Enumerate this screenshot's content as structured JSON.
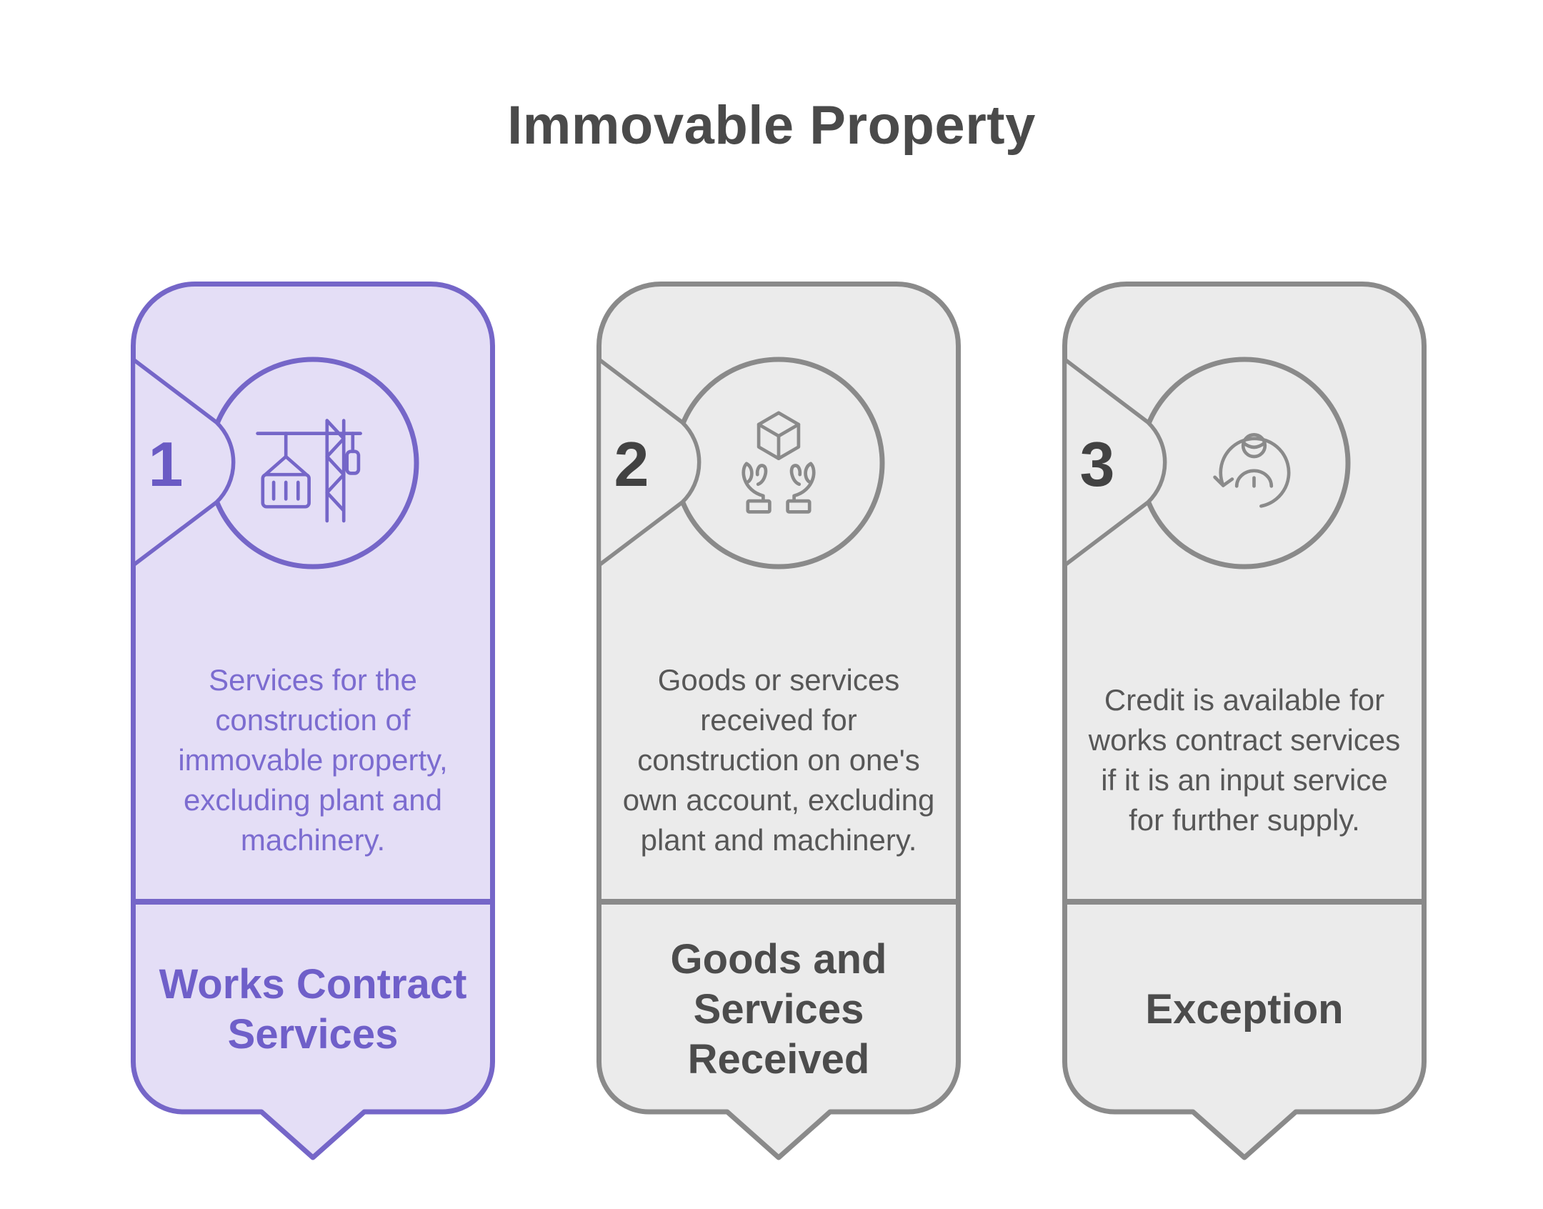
{
  "page": {
    "title": "Immovable Property",
    "background_color": "#ffffff",
    "title_color": "#4a4a4a"
  },
  "cards": [
    {
      "number": "1",
      "icon": "construction-crane-icon",
      "description": "Services for the construction of immovable property, excluding plant and machinery.",
      "title": "Works Contract Services",
      "highlighted": true,
      "theme": {
        "border": "#7566c8",
        "fill": "#e4def6",
        "number_color": "#6a5ac4",
        "text_color": "#7c6cd0",
        "title_color": "#6f5fc9"
      }
    },
    {
      "number": "2",
      "icon": "hands-holding-box-icon",
      "description": "Goods or services received for construction on one's own account, excluding plant and machinery.",
      "title": "Goods and Services Received",
      "highlighted": false,
      "theme": {
        "border": "#8a8a8a",
        "fill": "#ebebeb",
        "number_color": "#424242",
        "text_color": "#575757",
        "title_color": "#4c4c4c"
      }
    },
    {
      "number": "3",
      "icon": "person-refresh-icon",
      "description": "Credit is available for works contract services if it is an input service for further supply.",
      "title": "Exception",
      "highlighted": false,
      "theme": {
        "border": "#8a8a8a",
        "fill": "#ebebeb",
        "number_color": "#424242",
        "text_color": "#575757",
        "title_color": "#4c4c4c"
      }
    }
  ]
}
